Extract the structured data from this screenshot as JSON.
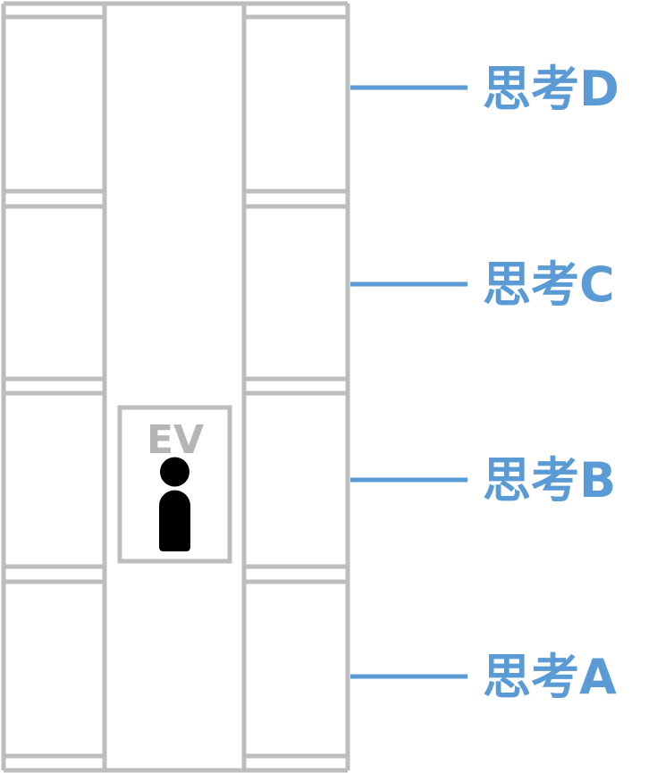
{
  "elevator": {
    "label": "EV"
  },
  "floors": [
    {
      "label": "思考D"
    },
    {
      "label": "思考C"
    },
    {
      "label": "思考B"
    },
    {
      "label": "思考A"
    }
  ],
  "colors": {
    "structure": "#bdbdbd",
    "accent": "#5b9bd5",
    "person": "#000000",
    "elevator_text": "#b5b5b5"
  },
  "icons": {
    "person": "person-icon"
  }
}
